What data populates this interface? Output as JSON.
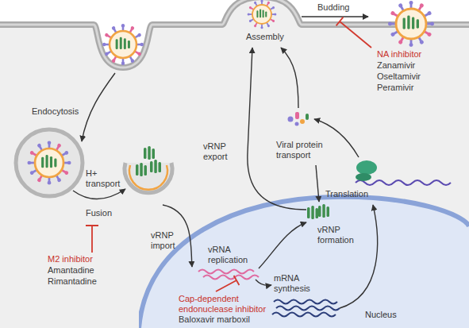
{
  "diagram": {
    "nodes": [
      {
        "text": [
          "Nucleus"
        ]
      }
    ],
    "labels": [
      "Endocytosis",
      "H+ transport",
      "Fusion",
      "M2 inhibitor",
      "Amantadine",
      "Rimantadine",
      "vRNP import",
      "vRNA replication",
      "Cap-dependent endonuclease inhibitor",
      "Baloxavir marboxil",
      "mRNA synthesis",
      "vRNP formation",
      "vRNP export",
      "Viral protein transport",
      "Translation",
      "Assembly",
      "Budding",
      "NA inhibitor",
      "Zanamivir",
      "Oseltamivir",
      "Peramivir"
    ]
  }
}
